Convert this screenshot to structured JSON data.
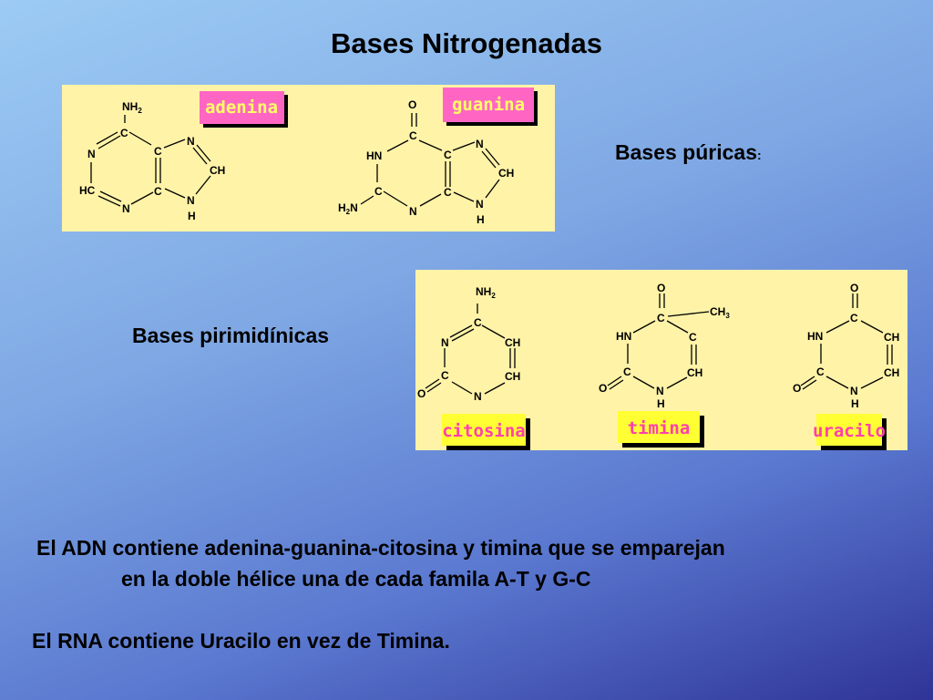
{
  "slide": {
    "title": "Bases Nitrogenadas",
    "puric_heading": "Bases púricas",
    "puric_colon": ":",
    "pyrimidine_heading": "Bases pirimidínicas",
    "line1": "El ADN contiene adenina-guanina-citosina y timina que se emparejan",
    "line2": "en  la doble hélice una de cada famila A-T y G-C",
    "line3": "El RNA contiene Uracilo en vez de Timina."
  },
  "purines": {
    "adenine_label": "adenina",
    "guanine_label": "guanina"
  },
  "pyrimidines": {
    "cytosine_label": "citosina",
    "thymine_label": "timina",
    "uracil_label": "uracilo"
  },
  "atoms": {
    "C": "C",
    "N": "N",
    "H": "H",
    "O": "O",
    "CH": "CH",
    "HC": "HC",
    "HN": "HN",
    "NH": "NH",
    "CH3": "CH",
    "sub2": "2",
    "sub3": "3"
  },
  "colors": {
    "panel": "#fff3a8",
    "purine_label_bg": "#ff66c4",
    "purine_label_text": "#ffff66",
    "pyrimidine_label_bg": "#ffff33",
    "pyrimidine_label_text": "#ff3fae"
  }
}
